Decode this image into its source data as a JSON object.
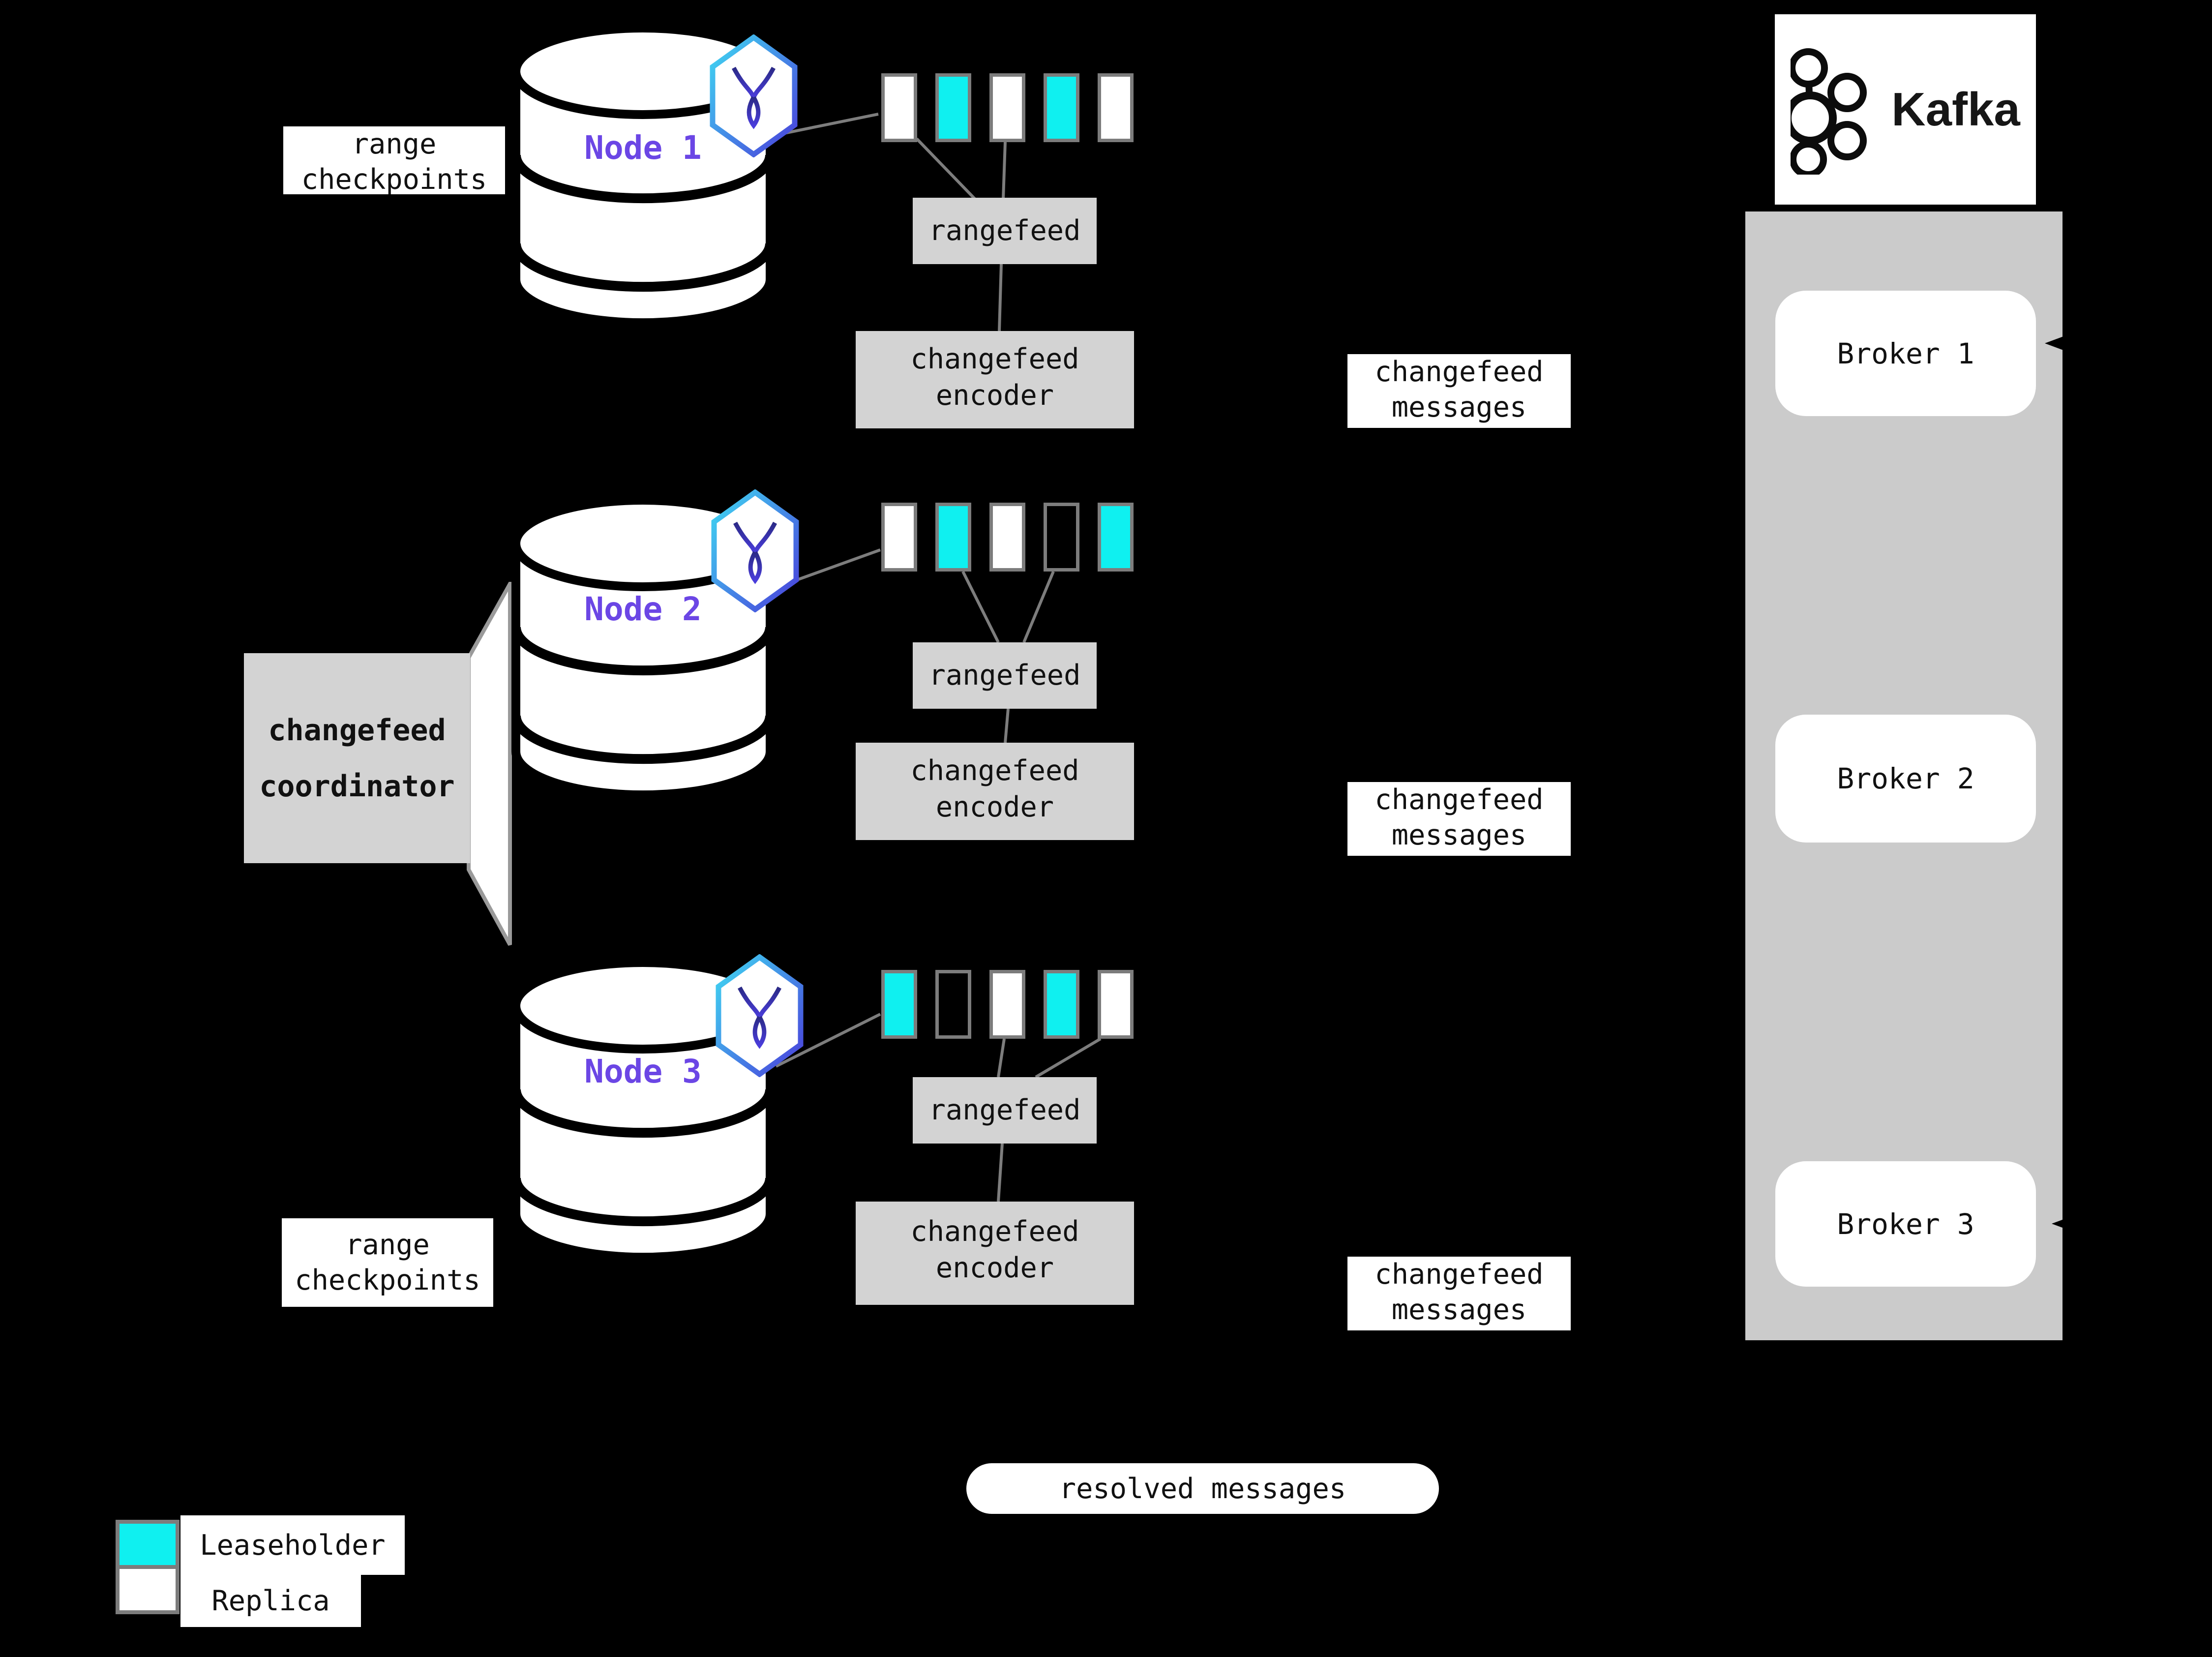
{
  "page": {
    "title": "Changefeed to Kafka diagram"
  },
  "colors": {
    "background": "#000000",
    "leaseholder_cyan": "#0ff0f0",
    "replica_white": "#ffffff",
    "process_box_gray": "#d3d3d3",
    "kafka_cluster_gray": "#cbcbcb",
    "node_name_purple": "#6b46e5",
    "wire_gray": "#7d7d7d",
    "square_border_gray": "#7c7c7c",
    "hex_gradient_start": "#3fd9f2",
    "hex_gradient_end": "#4a3ddb"
  },
  "nodes": [
    {
      "name": "Node 1",
      "ranges": [
        "replica",
        "leaseholder",
        "replica",
        "leaseholder",
        "replica"
      ]
    },
    {
      "name": "Node 2",
      "ranges": [
        "replica",
        "leaseholder",
        "replica",
        "empty",
        "leaseholder"
      ]
    },
    {
      "name": "Node 3",
      "ranges": [
        "leaseholder",
        "empty",
        "replica",
        "leaseholder",
        "replica"
      ]
    }
  ],
  "labels": {
    "range_line1": "range",
    "range_line2": "checkpoints",
    "rangefeed": "rangefeed",
    "encoder_line1": "changefeed",
    "encoder_line2": "encoder",
    "messages_line1": "changefeed",
    "messages_line2": "messages",
    "coordinator_line1": "changefeed",
    "coordinator_line2": "coordinator",
    "resolved_messages": "resolved messages"
  },
  "kafka": {
    "wordmark": "Kafka",
    "brokers": [
      "Broker 1",
      "Broker 2",
      "Broker 3"
    ]
  },
  "legend": {
    "items": [
      {
        "type": "leaseholder",
        "label": "Leaseholder"
      },
      {
        "type": "replica",
        "label": "Replica"
      }
    ]
  }
}
